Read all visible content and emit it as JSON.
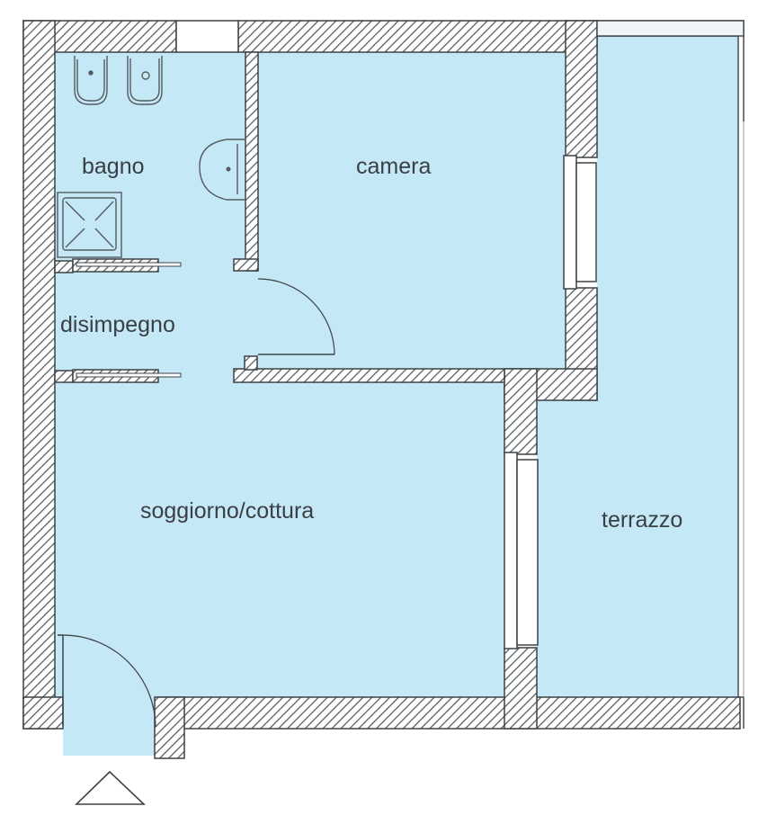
{
  "title": "Floor plan",
  "colors": {
    "floor": "#c4e8f6",
    "wall_fill": "#ffffff",
    "wall_hatch": "#5a5f63",
    "outline": "#3d4246",
    "text": "#3a3f44",
    "window": "#ffffff"
  },
  "rooms": [
    {
      "id": "bagno",
      "label": "bagno"
    },
    {
      "id": "camera",
      "label": "camera"
    },
    {
      "id": "disimpegno",
      "label": "disimpegno"
    },
    {
      "id": "soggiorno",
      "label": "soggiorno/cottura"
    },
    {
      "id": "terrazzo",
      "label": "terrazzo"
    }
  ],
  "fixtures": [
    "bidet",
    "wc",
    "washbasin",
    "shower",
    "sliding-door-bagno",
    "sliding-door-soggiorno",
    "hinged-door-camera",
    "entrance-door"
  ],
  "entrance_marker": "triangle"
}
